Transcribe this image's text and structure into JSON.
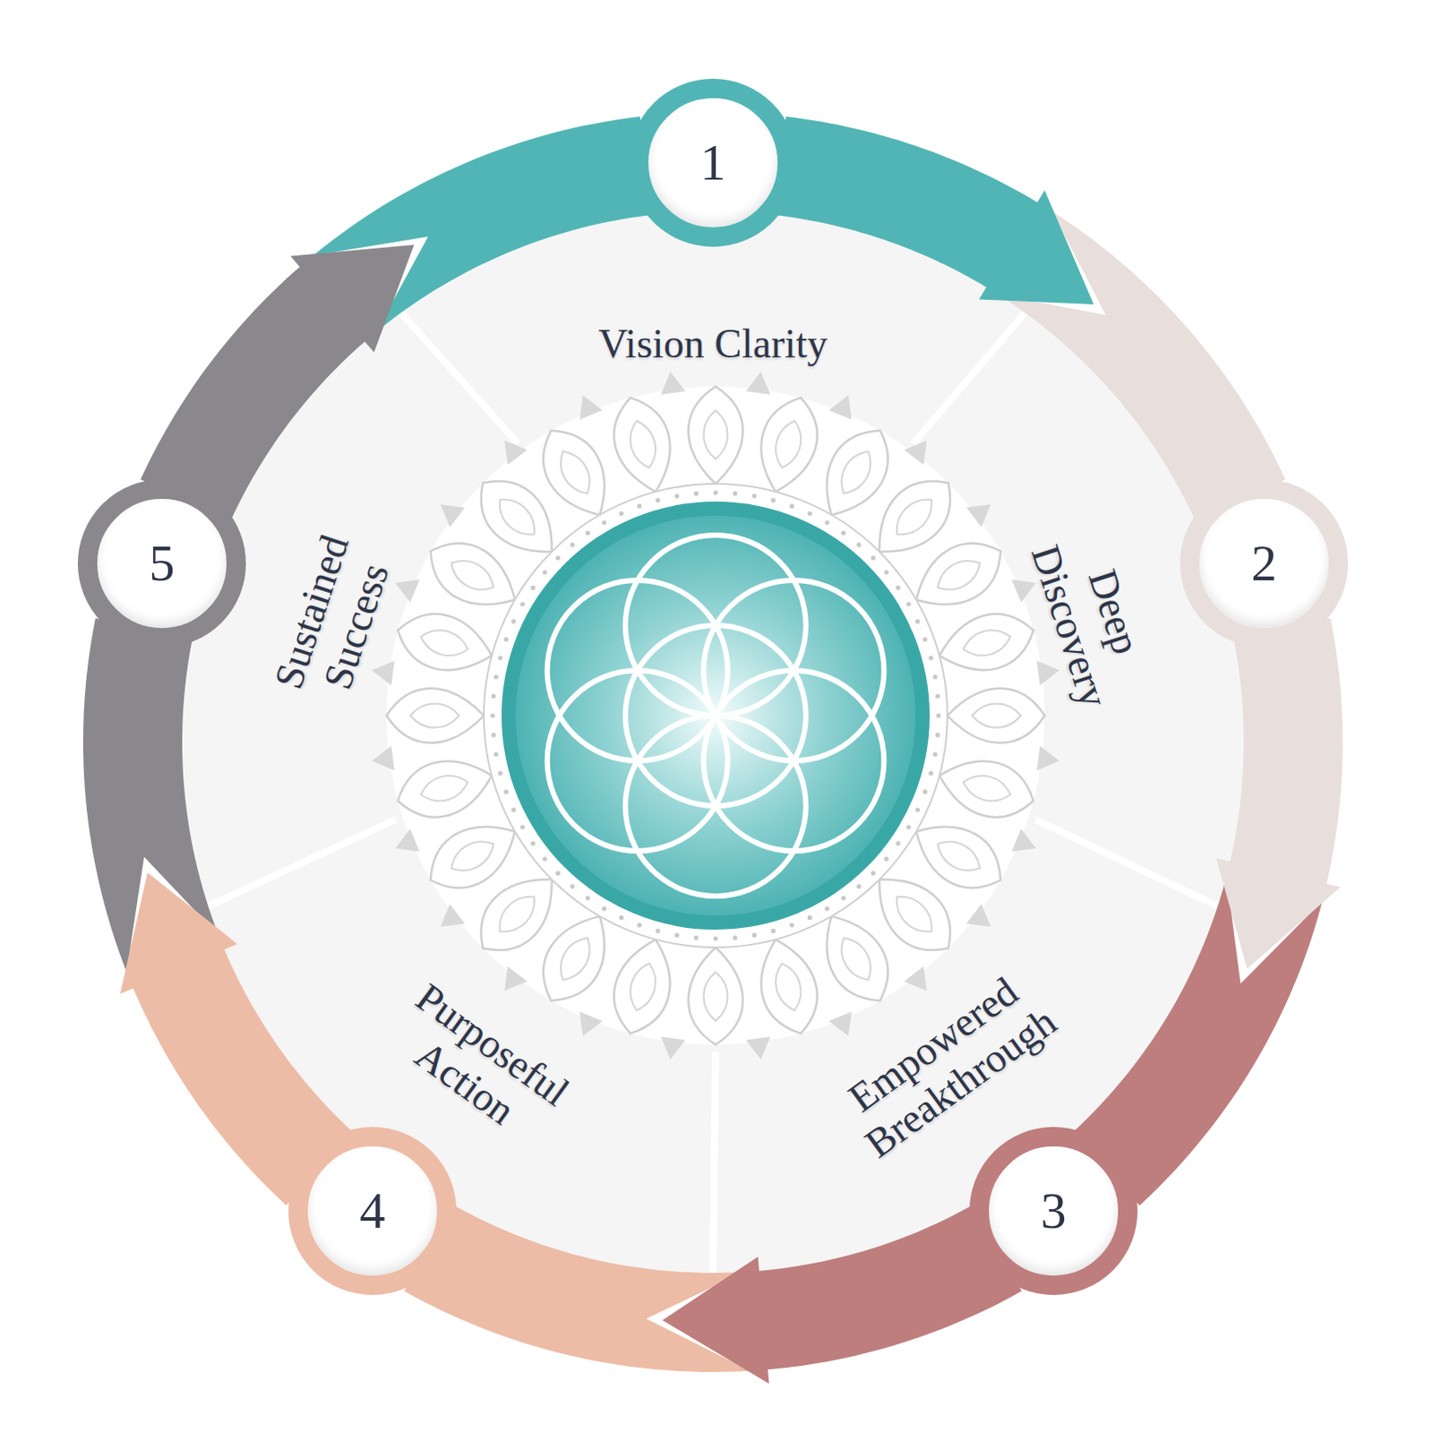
{
  "diagram": {
    "nodes": [
      {
        "text": [
          "1"
        ]
      },
      {
        "text": [
          "2"
        ]
      },
      {
        "text": [
          "3"
        ]
      },
      {
        "text": [
          "4"
        ]
      },
      {
        "text": [
          "5"
        ]
      }
    ],
    "edges": [
      {
        "from": 0,
        "to": 1,
        "arrow": "to"
      },
      {
        "from": 1,
        "to": 2,
        "arrow": "to"
      },
      {
        "from": 2,
        "to": 3,
        "arrow": "to"
      },
      {
        "from": 3,
        "to": 4,
        "arrow": "to"
      },
      {
        "from": 4,
        "to": 0,
        "arrow": "to"
      }
    ],
    "labels": [
      "Vision Clarity",
      "Deep Discovery",
      "Empowered Breakthrough",
      "Purposeful Action",
      "Sustained Success"
    ]
  }
}
